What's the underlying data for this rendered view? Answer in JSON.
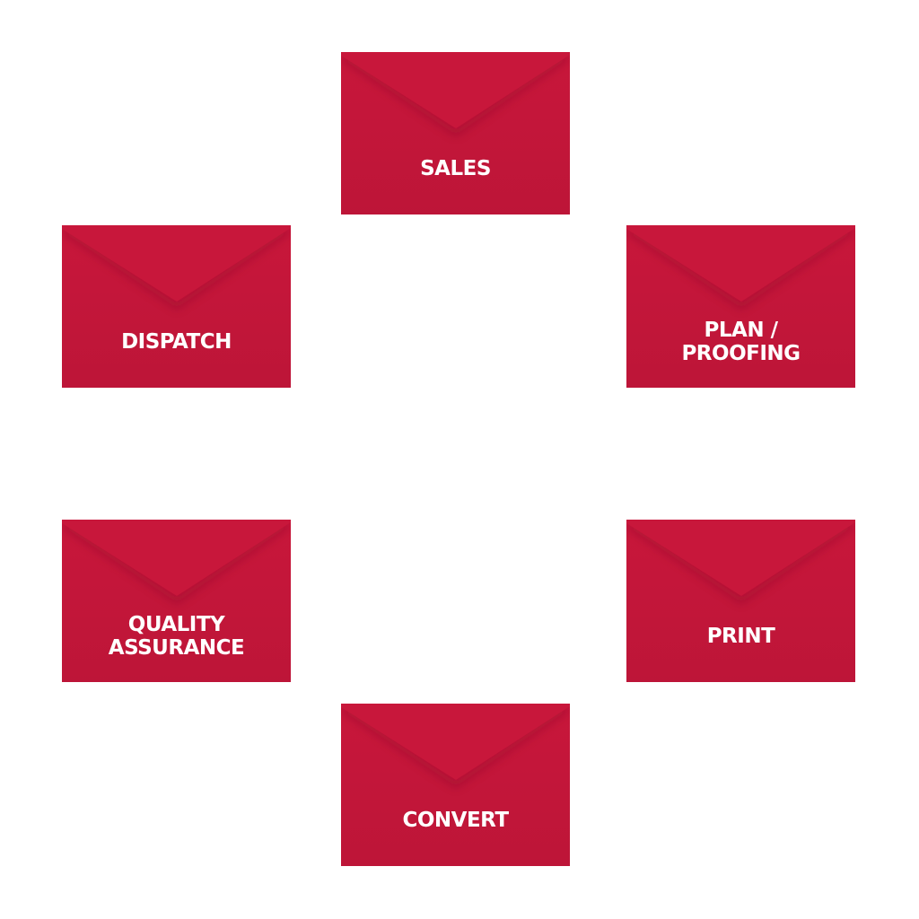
{
  "colors": {
    "envelope": "#c8173b",
    "flap_shadow": "#8e0f2c",
    "text": "#ffffff"
  },
  "stages": [
    {
      "icon": "envelope-icon",
      "lines": [
        "SALES"
      ]
    },
    {
      "icon": "envelope-icon",
      "lines": [
        "PLAN /",
        "PROOFING"
      ]
    },
    {
      "icon": "envelope-icon",
      "lines": [
        "PRINT"
      ]
    },
    {
      "icon": "envelope-icon",
      "lines": [
        "CONVERT"
      ]
    },
    {
      "icon": "envelope-icon",
      "lines": [
        "QUALITY",
        "ASSURANCE"
      ]
    },
    {
      "icon": "envelope-icon",
      "lines": [
        "DISPATCH"
      ]
    }
  ]
}
